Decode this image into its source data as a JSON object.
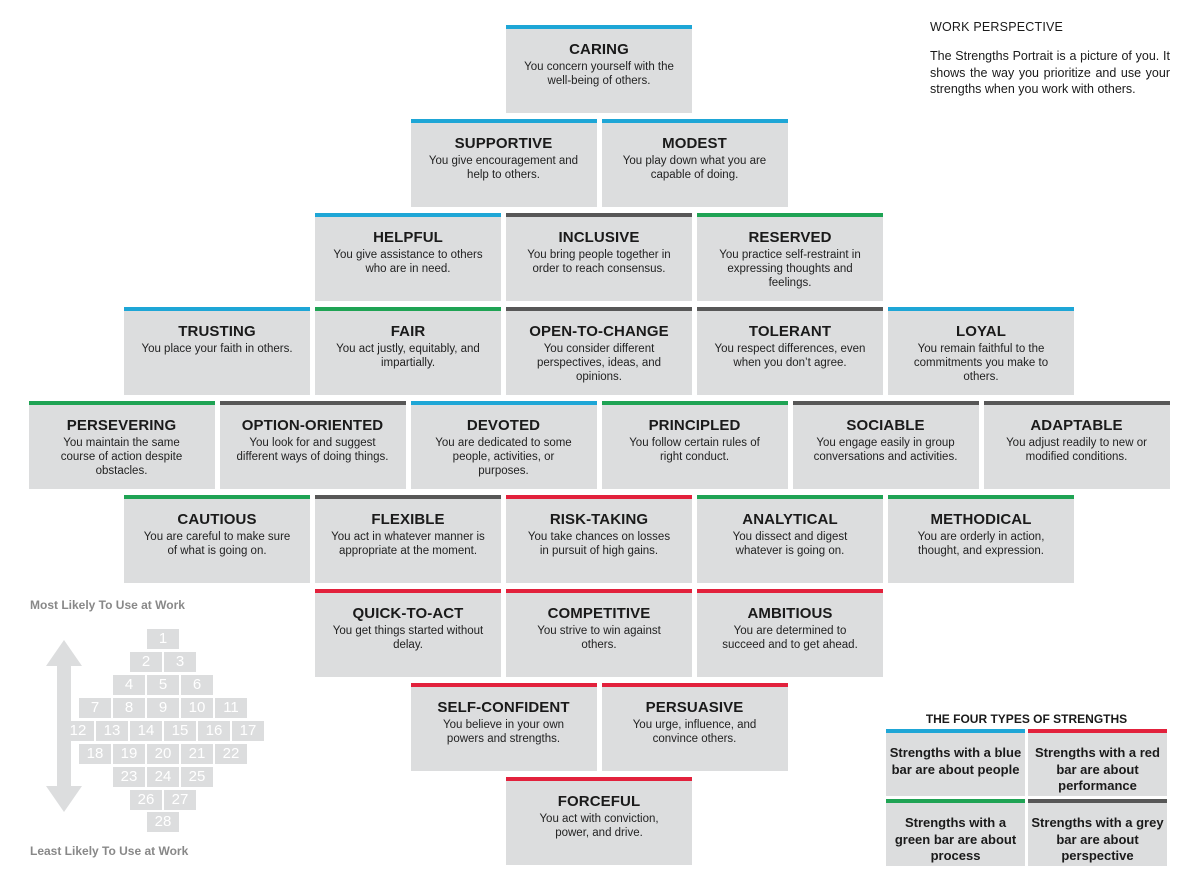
{
  "intro": {
    "heading": "WORK PERSPECTIVE",
    "text": "The Strengths Portrait is a picture of you. It shows the way you prioritize and use your strengths when you work with others."
  },
  "colors": {
    "blue": "#1ea6d6",
    "green": "#1fa354",
    "red": "#e2213c",
    "grey": "#575757",
    "tile": "#dcddde"
  },
  "strengths": [
    {
      "title": "CARING",
      "desc": "You concern yourself with the well-being of others.",
      "bar": "blue"
    },
    {
      "title": "SUPPORTIVE",
      "desc": "You give encouragement and help to others.",
      "bar": "blue"
    },
    {
      "title": "MODEST",
      "desc": "You play down what you are capable of doing.",
      "bar": "blue"
    },
    {
      "title": "HELPFUL",
      "desc": "You give assistance to others who are in need.",
      "bar": "blue"
    },
    {
      "title": "INCLUSIVE",
      "desc": "You bring people together in order to reach consensus.",
      "bar": "grey"
    },
    {
      "title": "RESERVED",
      "desc": "You practice self-restraint in expressing thoughts and feelings.",
      "bar": "green"
    },
    {
      "title": "TRUSTING",
      "desc": "You place your faith in others.",
      "bar": "blue"
    },
    {
      "title": "FAIR",
      "desc": "You act justly, equitably, and impartially.",
      "bar": "green"
    },
    {
      "title": "OPEN-TO-CHANGE",
      "desc": "You consider different perspectives, ideas, and opinions.",
      "bar": "grey"
    },
    {
      "title": "TOLERANT",
      "desc": "You respect differences, even when you don’t agree.",
      "bar": "grey"
    },
    {
      "title": "LOYAL",
      "desc": "You remain faithful to the commitments you make to others.",
      "bar": "blue"
    },
    {
      "title": "PERSEVERING",
      "desc": "You maintain the same course of action despite obstacles.",
      "bar": "green"
    },
    {
      "title": "OPTION-ORIENTED",
      "desc": "You look for and suggest different ways of doing things.",
      "bar": "grey"
    },
    {
      "title": "DEVOTED",
      "desc": "You are dedicated to some people, activities, or purposes.",
      "bar": "blue"
    },
    {
      "title": "PRINCIPLED",
      "desc": "You follow certain rules of right conduct.",
      "bar": "green"
    },
    {
      "title": "SOCIABLE",
      "desc": "You engage easily in group conversations and activities.",
      "bar": "grey"
    },
    {
      "title": "ADAPTABLE",
      "desc": "You adjust readily to new or modified conditions.",
      "bar": "grey"
    },
    {
      "title": "CAUTIOUS",
      "desc": "You are careful to make sure of what is going on.",
      "bar": "green"
    },
    {
      "title": "FLEXIBLE",
      "desc": "You act in whatever manner is appropriate at the moment.",
      "bar": "grey"
    },
    {
      "title": "RISK-TAKING",
      "desc": "You take chances on losses in pursuit of high gains.",
      "bar": "red"
    },
    {
      "title": "ANALYTICAL",
      "desc": "You dissect and digest whatever is going on.",
      "bar": "green"
    },
    {
      "title": "METHODICAL",
      "desc": "You are orderly in action, thought, and expression.",
      "bar": "green"
    },
    {
      "title": "QUICK-TO-ACT",
      "desc": "You get things started without delay.",
      "bar": "red"
    },
    {
      "title": "COMPETITIVE",
      "desc": "You strive to win against others.",
      "bar": "red"
    },
    {
      "title": "AMBITIOUS",
      "desc": "You are determined to succeed and to get ahead.",
      "bar": "red"
    },
    {
      "title": "SELF-CONFIDENT",
      "desc": "You believe in your own powers and strengths.",
      "bar": "red"
    },
    {
      "title": "PERSUASIVE",
      "desc": "You urge, influence, and convince others.",
      "bar": "red"
    },
    {
      "title": "FORCEFUL",
      "desc": "You act with conviction, power, and drive.",
      "bar": "red"
    }
  ],
  "scale": {
    "top_label": "Most Likely To Use at Work",
    "bottom_label": "Least Likely To Use at Work",
    "numbers": [
      "1",
      "2",
      "3",
      "4",
      "5",
      "6",
      "7",
      "8",
      "9",
      "10",
      "11",
      "12",
      "13",
      "14",
      "15",
      "16",
      "17",
      "18",
      "19",
      "20",
      "21",
      "22",
      "23",
      "24",
      "25",
      "26",
      "27",
      "28"
    ]
  },
  "legend": {
    "title": "THE FOUR TYPES OF STRENGTHS",
    "items": [
      {
        "text": "Strengths with a blue bar are about people",
        "bar": "blue"
      },
      {
        "text": "Strengths with a red bar are about performance",
        "bar": "red"
      },
      {
        "text": "Strengths with a green bar are about process",
        "bar": "green"
      },
      {
        "text": "Strengths with a grey bar are about perspective",
        "bar": "grey"
      }
    ]
  }
}
